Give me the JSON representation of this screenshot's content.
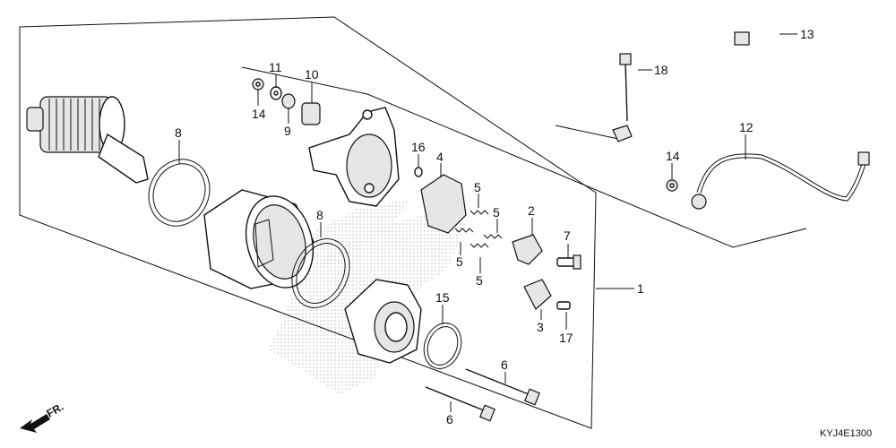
{
  "diagram": {
    "drawing_code": "KYJ4E1300",
    "direction_label": "FR.",
    "callouts": [
      "1",
      "2",
      "3",
      "4",
      "5",
      "5",
      "5",
      "5",
      "6",
      "6",
      "7",
      "8",
      "8",
      "9",
      "10",
      "11",
      "12",
      "13",
      "14",
      "14",
      "15",
      "16",
      "17",
      "18"
    ]
  },
  "colors": {
    "ink": "#111111",
    "background": "#ffffff",
    "watermark": "#cfcfcf"
  }
}
